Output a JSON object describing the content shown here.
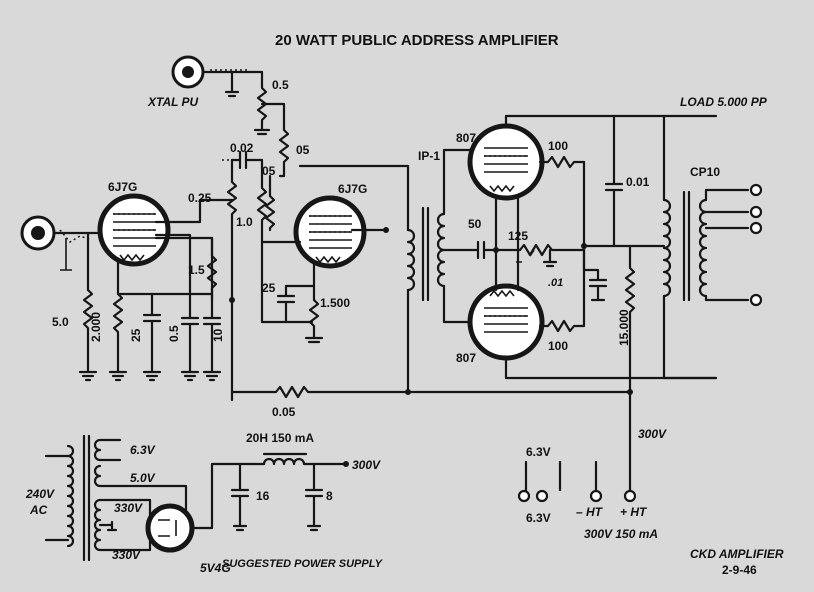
{
  "title": "20 WATT PUBLIC ADDRESS AMPLIFIER",
  "tubes": {
    "v1": "6J7G",
    "v2": "6J7G",
    "output_top": "807",
    "output_bottom": "807",
    "rectifier": "5V4G"
  },
  "inputs": {
    "pickup": "XTAL PU"
  },
  "components": {
    "r_pickup_pot": "0.5",
    "r_05": "05",
    "c_002": "0.02",
    "r_025": "0.25",
    "r_05b": "05",
    "r_10": "1.0",
    "r_15": "1.5",
    "c_25_v2": "25",
    "r_1500": "1.500",
    "r_50": "5.0",
    "r_2000": "2.000",
    "c_25_v1": "25",
    "c_05": "0.5",
    "c_10": "10",
    "r_005": "0.05",
    "transformer_ip1": "IP-1",
    "c_50": "50",
    "r_125": "125",
    "c_01": ".01",
    "r_100_top": "100",
    "r_100_bottom": "100",
    "c_001": "0.01",
    "r_15000": "15.000",
    "output_transformer": "CP10",
    "load": "LOAD  5.000  PP"
  },
  "power": {
    "mains": "240V",
    "mains_ac": "AC",
    "w_63": "6.3V",
    "w_50": "5.0V",
    "w_330a": "330V",
    "w_330b": "330V",
    "choke": "20H 150 mA",
    "c_16": "16",
    "c_8": "8",
    "out_300": "300V",
    "label": "SUGGESTED POWER SUPPLY"
  },
  "terminals": {
    "hv_300": "300V",
    "t_63_top": "6.3V",
    "t_63_bottom": "6.3V",
    "minus_ht": "– HT",
    "plus_ht": "+ HT",
    "ht_rating": "300V 150 mA"
  },
  "footer": {
    "name": "CKD AMPLIFIER",
    "date": "2-9-46"
  }
}
